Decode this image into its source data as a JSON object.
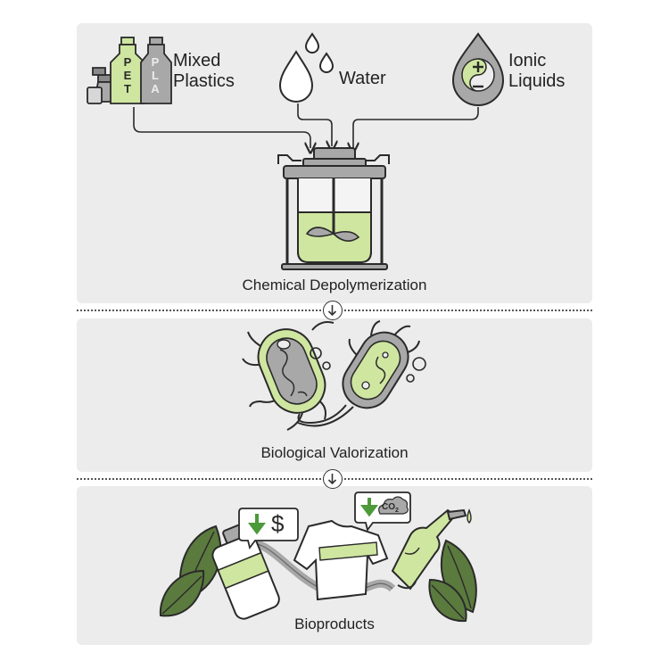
{
  "inputs": {
    "plastics_line1": "Mixed",
    "plastics_line2": "Plastics",
    "water": "Water",
    "ionic_line1": "Ionic",
    "ionic_line2": "Liquids"
  },
  "bottle_labels": {
    "pet": "PET",
    "pla": "PLA"
  },
  "badges": {
    "dollar": "$",
    "co2": "CO",
    "co2_sub": "2"
  },
  "stages": {
    "stage1": "Chemical Depolymerization",
    "stage2": "Biological Valorization",
    "stage3": "Bioproducts"
  },
  "colors": {
    "panel": "#ececec",
    "green_light": "#cfe6a0",
    "green_dark": "#4c9a3a",
    "leaf": "#5b7a3e",
    "grey": "#a8a8a8",
    "outline": "#2a2a2a"
  }
}
